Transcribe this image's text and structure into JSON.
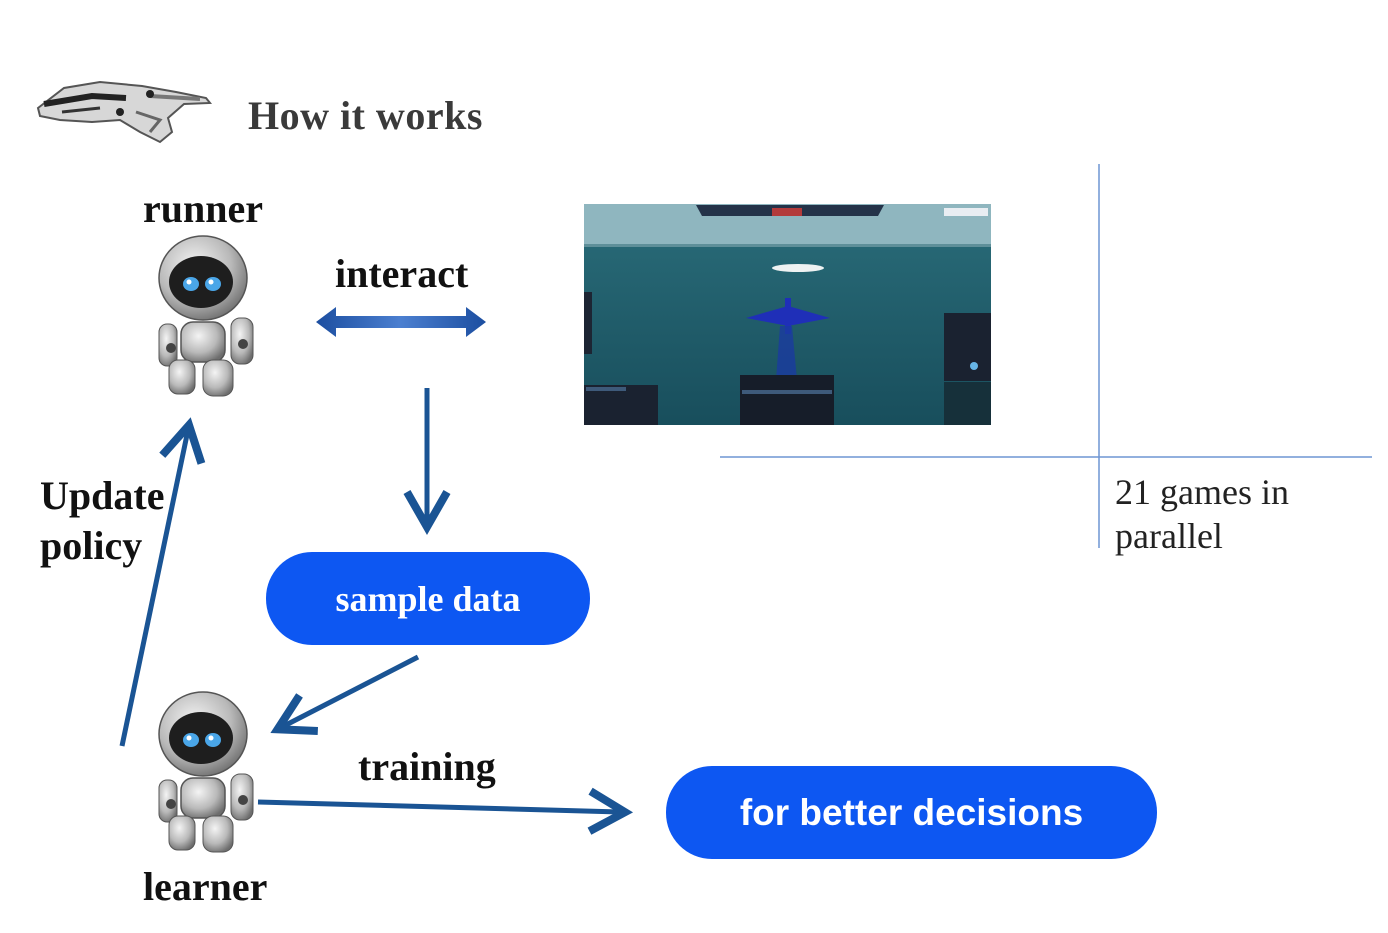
{
  "header": {
    "title": "How it works"
  },
  "labels": {
    "runner": "runner",
    "interact": "interact",
    "update_policy_line1": "Update",
    "update_policy_line2": "policy",
    "training": "training",
    "learner": "learner",
    "parallel_line1": "21 games in",
    "parallel_line2": "parallel"
  },
  "boxes": {
    "sample_data": "sample data",
    "better_decisions": "for better decisions"
  },
  "colors": {
    "pill_blue": "#0d57f2",
    "arrow_blue": "#1a5494",
    "divider": "#6f95d3",
    "sea": "#1d5e6c",
    "sky": "#8fb6bf"
  },
  "icons": [
    "robot-hand-icon",
    "runner-robot-icon",
    "learner-robot-icon",
    "game-screenshot"
  ]
}
